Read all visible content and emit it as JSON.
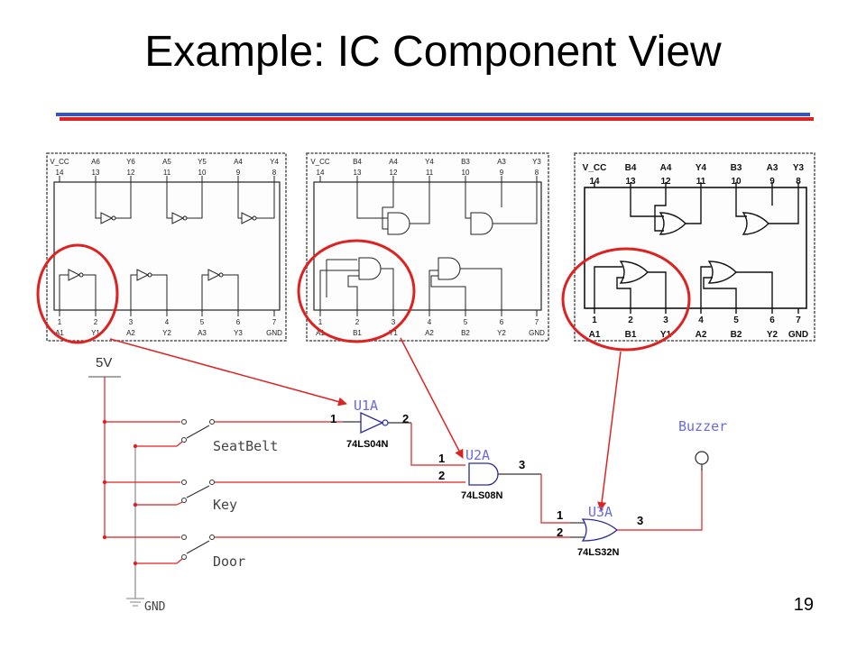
{
  "slide": {
    "title": "Example: IC Component View",
    "number": "19"
  },
  "colors": {
    "accent_red": "#dd2222",
    "accent_blue": "#3355cc",
    "ref_blue": "#6a6adf"
  },
  "ic_74LS04": {
    "top_pins": [
      "V_CC",
      "A6",
      "Y6",
      "A5",
      "Y5",
      "A4",
      "Y4"
    ],
    "top_nums": [
      "14",
      "13",
      "12",
      "11",
      "10",
      "9",
      "8"
    ],
    "bottom_pins": [
      "A1",
      "Y1",
      "A2",
      "Y2",
      "A3",
      "Y3",
      "GND"
    ],
    "bottom_nums": [
      "1",
      "2",
      "3",
      "4",
      "5",
      "6",
      "7"
    ]
  },
  "ic_74LS08": {
    "top_pins": [
      "V_CC",
      "B4",
      "A4",
      "Y4",
      "B3",
      "A3",
      "Y3"
    ],
    "top_nums": [
      "14",
      "13",
      "12",
      "11",
      "10",
      "9",
      "8"
    ],
    "bottom_pins": [
      "A1",
      "B1",
      "Y1",
      "A2",
      "B2",
      "Y2",
      "GND"
    ],
    "bottom_nums": [
      "1",
      "2",
      "3",
      "4",
      "5",
      "6",
      "7"
    ]
  },
  "ic_74LS32": {
    "top_pins": [
      "V_CC",
      "B4",
      "A4",
      "Y4",
      "B3",
      "A3",
      "Y3"
    ],
    "top_nums": [
      "14",
      "13",
      "12",
      "11",
      "10",
      "9",
      "8"
    ],
    "bottom_pins": [
      "A1",
      "B1",
      "Y1",
      "A2",
      "B2",
      "Y2",
      "GND"
    ],
    "bottom_nums": [
      "1",
      "2",
      "3",
      "4",
      "5",
      "6",
      "7"
    ]
  },
  "schematic": {
    "supply": "5V",
    "ground": "GND",
    "switches": [
      "SeatBelt",
      "Key",
      "Door"
    ],
    "u1": {
      "ref": "U1A",
      "part": "74LS04N",
      "pin_in": "1",
      "pin_out": "2"
    },
    "u2": {
      "ref": "U2A",
      "part": "74LS08N",
      "pin_a": "1",
      "pin_b": "2",
      "pin_out": "3"
    },
    "u3": {
      "ref": "U3A",
      "part": "74LS32N",
      "pin_a": "1",
      "pin_b": "2",
      "pin_out": "3"
    },
    "buzzer": "Buzzer"
  }
}
